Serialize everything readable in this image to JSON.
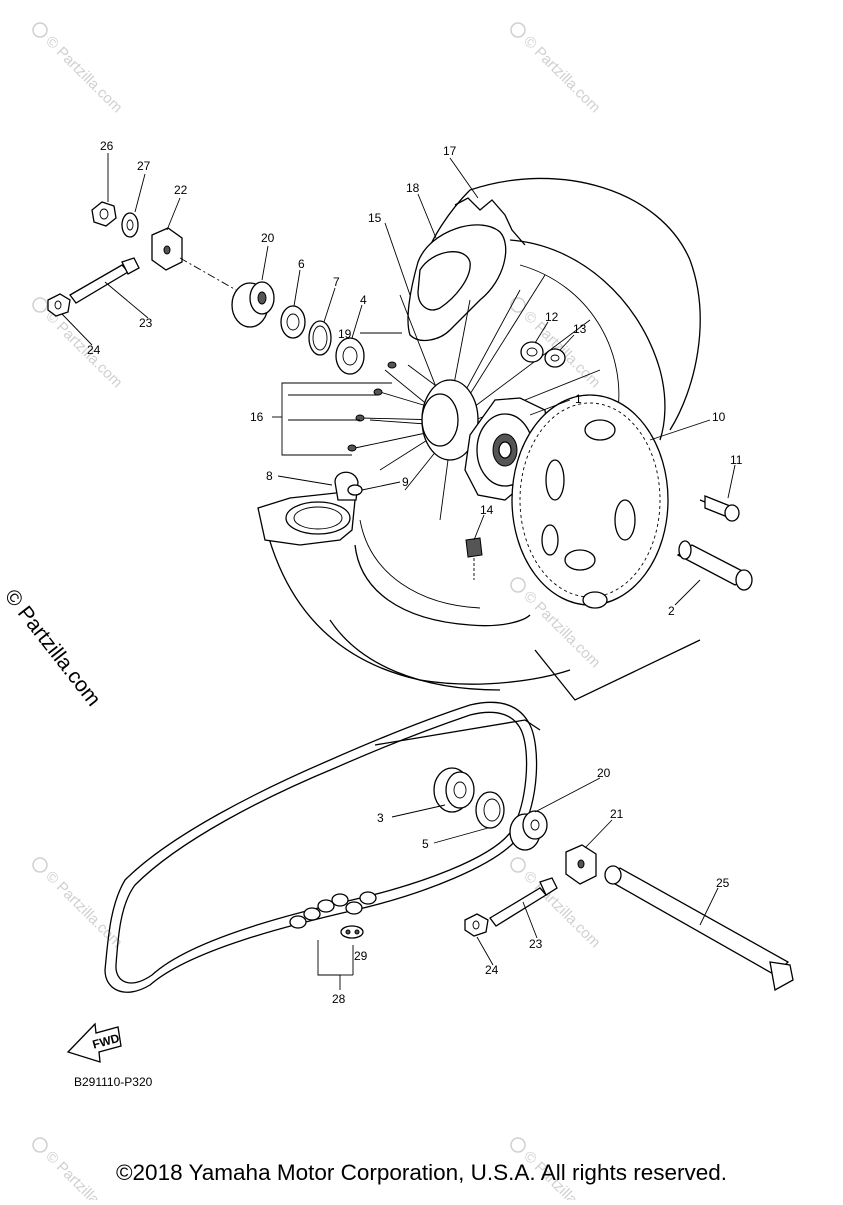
{
  "diagram": {
    "code": "B291110-P320",
    "copyright": "©2018 Yamaha Motor Corporation, U.S.A. All rights reserved.",
    "watermark": "© Partzilla.com",
    "watermark_repeat": "© Partzilla.com",
    "fwd_label": "FWD",
    "callouts": [
      "1",
      "2",
      "3",
      "4",
      "5",
      "6",
      "7",
      "8",
      "9",
      "10",
      "11",
      "12",
      "13",
      "14",
      "15",
      "16",
      "17",
      "18",
      "19",
      "20",
      "20",
      "21",
      "22",
      "23",
      "23",
      "24",
      "24",
      "25",
      "26",
      "27",
      "28",
      "29"
    ]
  }
}
